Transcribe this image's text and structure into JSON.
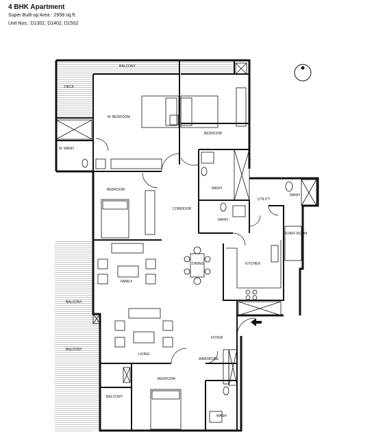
{
  "header": {
    "title": "4 BHK Apartment",
    "area": "Super Built-up Area : 2958 sq.ft.",
    "units": "Unit Nos.: D1302, D1402, D1502"
  },
  "rooms": {
    "deck": "DECK",
    "balcony_top": "BALCONY",
    "m_bedroom": "M. BEDROOM",
    "bedroom_top": "BEDROOM",
    "m_wash": "M. WASH",
    "wash_a": "WASH",
    "bedroom_mid": "BEDROOM",
    "corridor": "CORRIDOR",
    "wash_b": "WASH",
    "utility": "UTILITY",
    "wash_c": "WASH",
    "staff_room": "STAFF ROOM",
    "dining": "DINING",
    "kitchen": "KITCHEN",
    "family": "FAMILY",
    "balcony_mid": "BALCONY",
    "balcony_left": "BALCONY",
    "foyer": "FOYER",
    "living": "LIVING",
    "wardrobe": "WARDROBE",
    "bedroom_bottom": "BEDROOM",
    "balcony_bottom": "BALCONY",
    "wash_d": "WASH"
  }
}
